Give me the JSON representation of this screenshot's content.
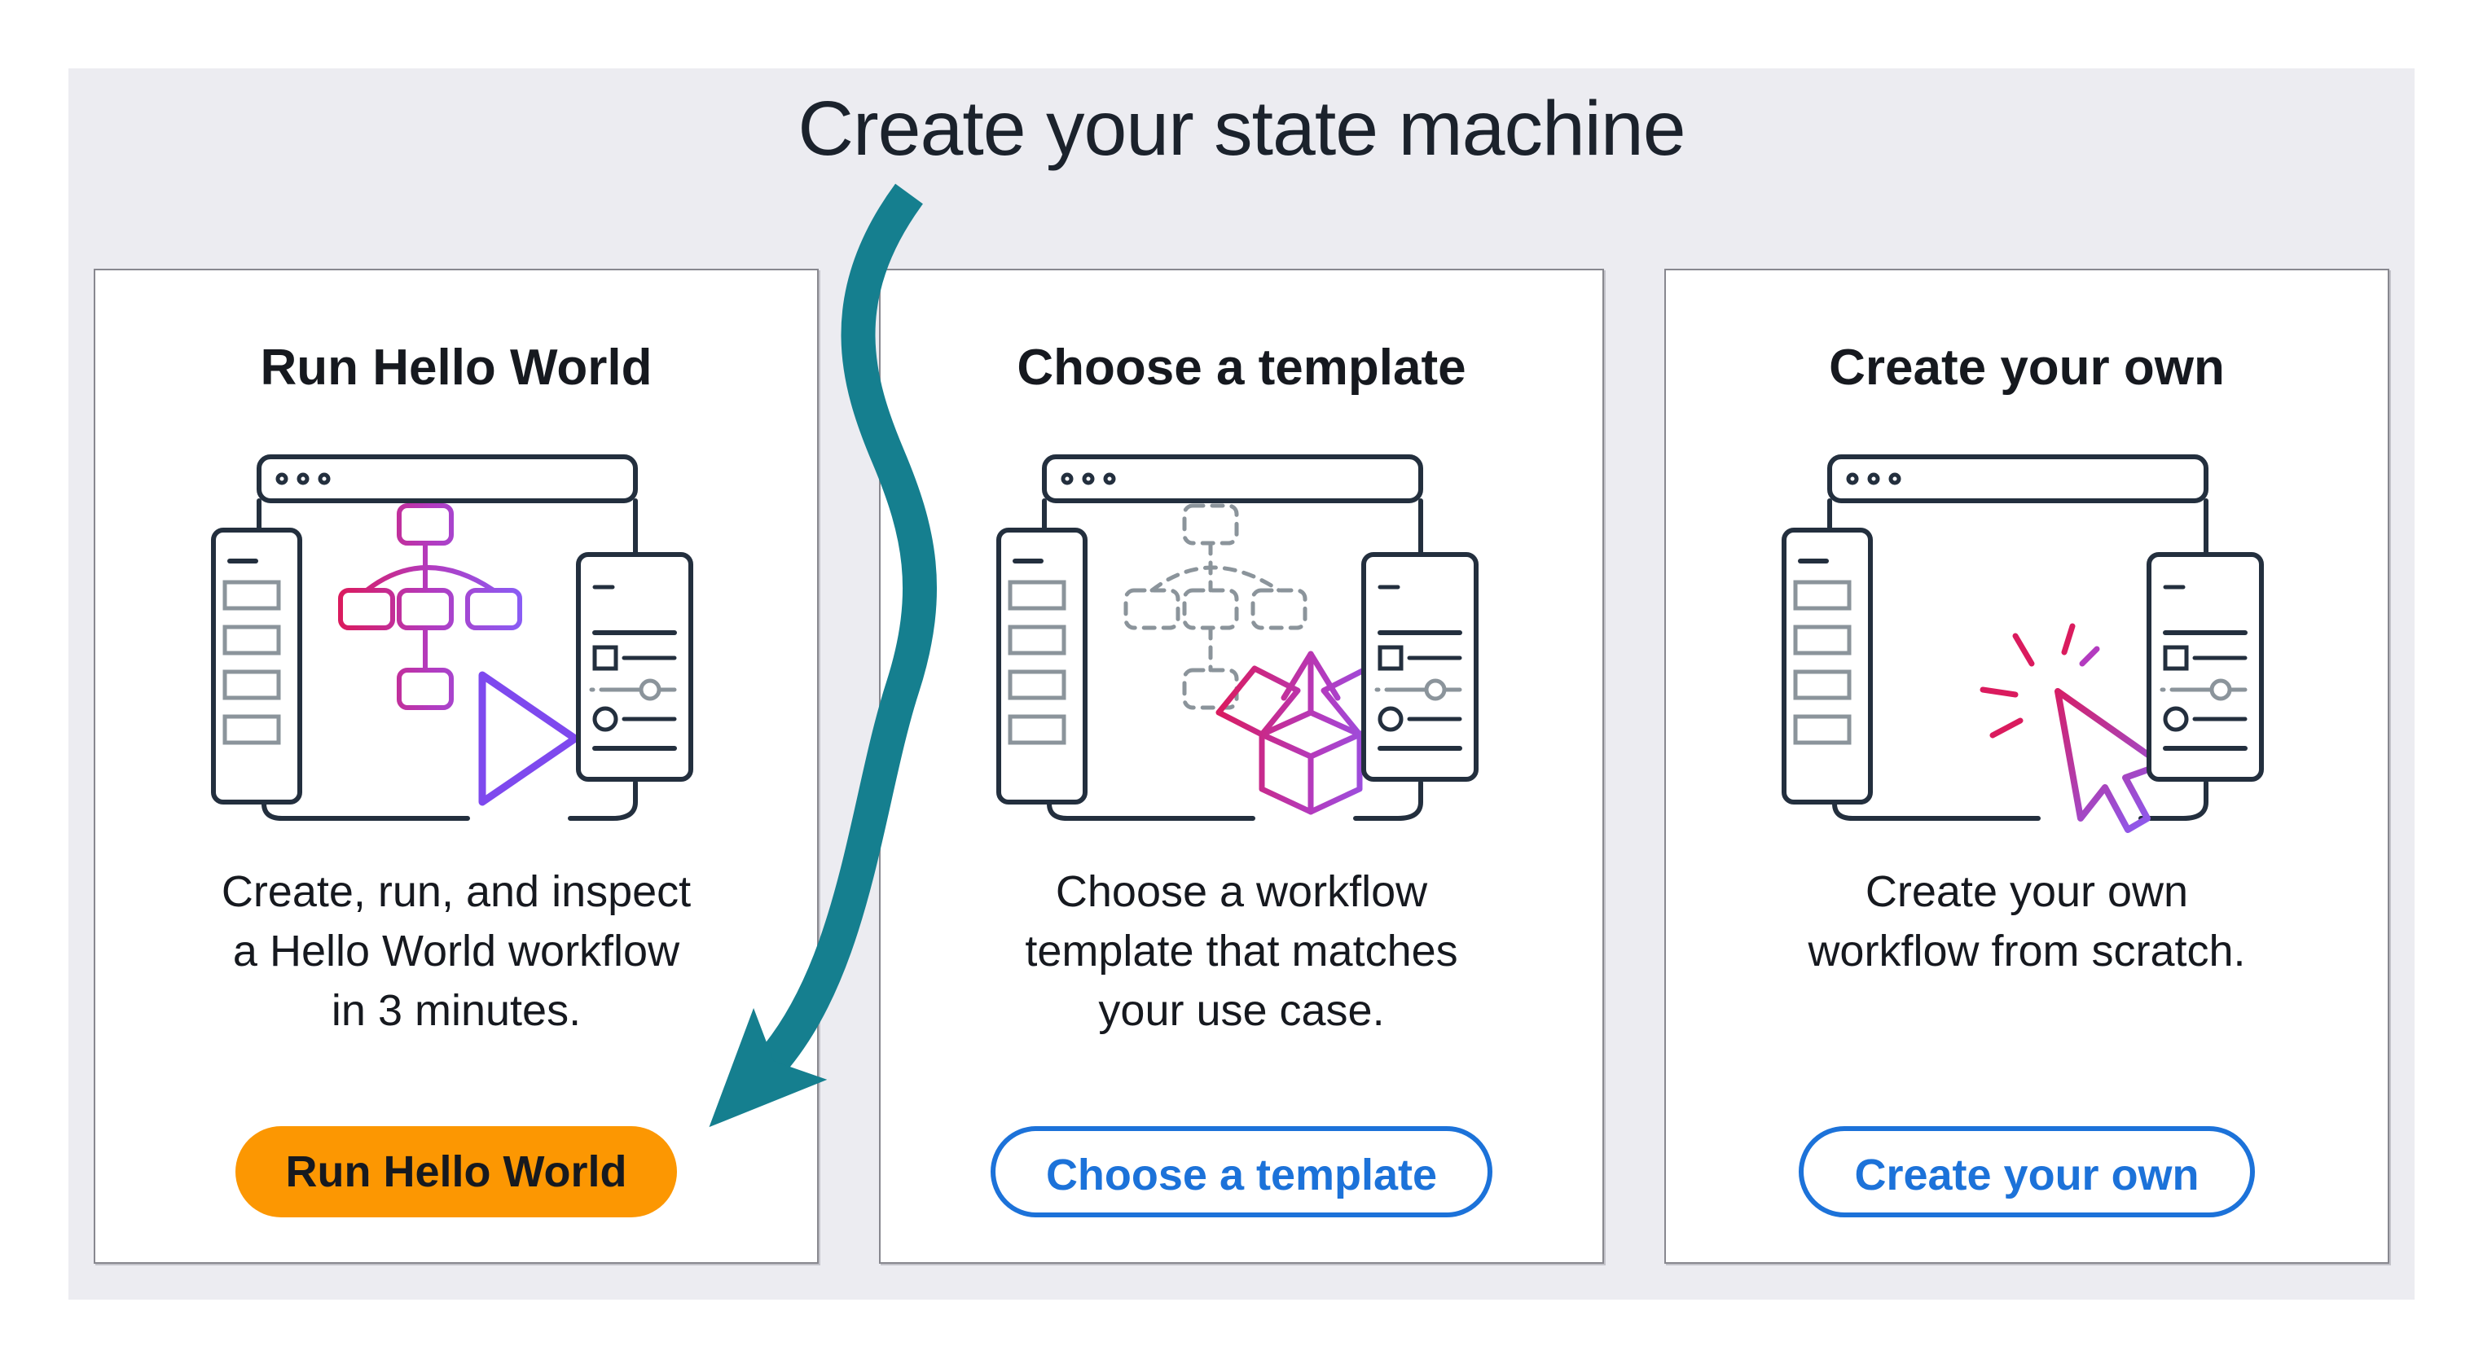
{
  "page": {
    "title": "Create your state machine",
    "background_color": "#ececf1",
    "outer_background": "#ffffff"
  },
  "cards": [
    {
      "id": "hello-world",
      "title": "Run Hello World",
      "description": "Create, run, and inspect\na Hello World workflow\nin 3 minutes.",
      "button": {
        "label": "Run Hello World",
        "style": "primary",
        "color": "#fc9702"
      },
      "illustration": "browser-workflow-play-illustration"
    },
    {
      "id": "choose-template",
      "title": "Choose a template",
      "description": "Choose a workflow\ntemplate that matches\nyour use case.",
      "button": {
        "label": "Choose a template",
        "style": "secondary",
        "color": "#1c72d9"
      },
      "illustration": "browser-dashed-workflow-package-illustration"
    },
    {
      "id": "create-own",
      "title": "Create your own",
      "description": "Create your own\nworkflow from scratch.",
      "button": {
        "label": "Create your own",
        "style": "secondary",
        "color": "#1c72d9"
      },
      "illustration": "browser-cursor-click-illustration"
    }
  ],
  "annotation": {
    "type": "arrow",
    "name": "teal-tutorial-arrow",
    "color": "#157f8f",
    "points_to": "Run Hello World button"
  },
  "palette": {
    "text_dark": "#16191f",
    "illustration_outline": "#232f3e",
    "illustration_gray": "#8b949b",
    "gradient_pink": "#da1b5e",
    "gradient_magenta": "#b33bbf",
    "gradient_purple": "#8a5cf4",
    "play_purple": "#7e49ee",
    "card_border": "#88888f"
  }
}
